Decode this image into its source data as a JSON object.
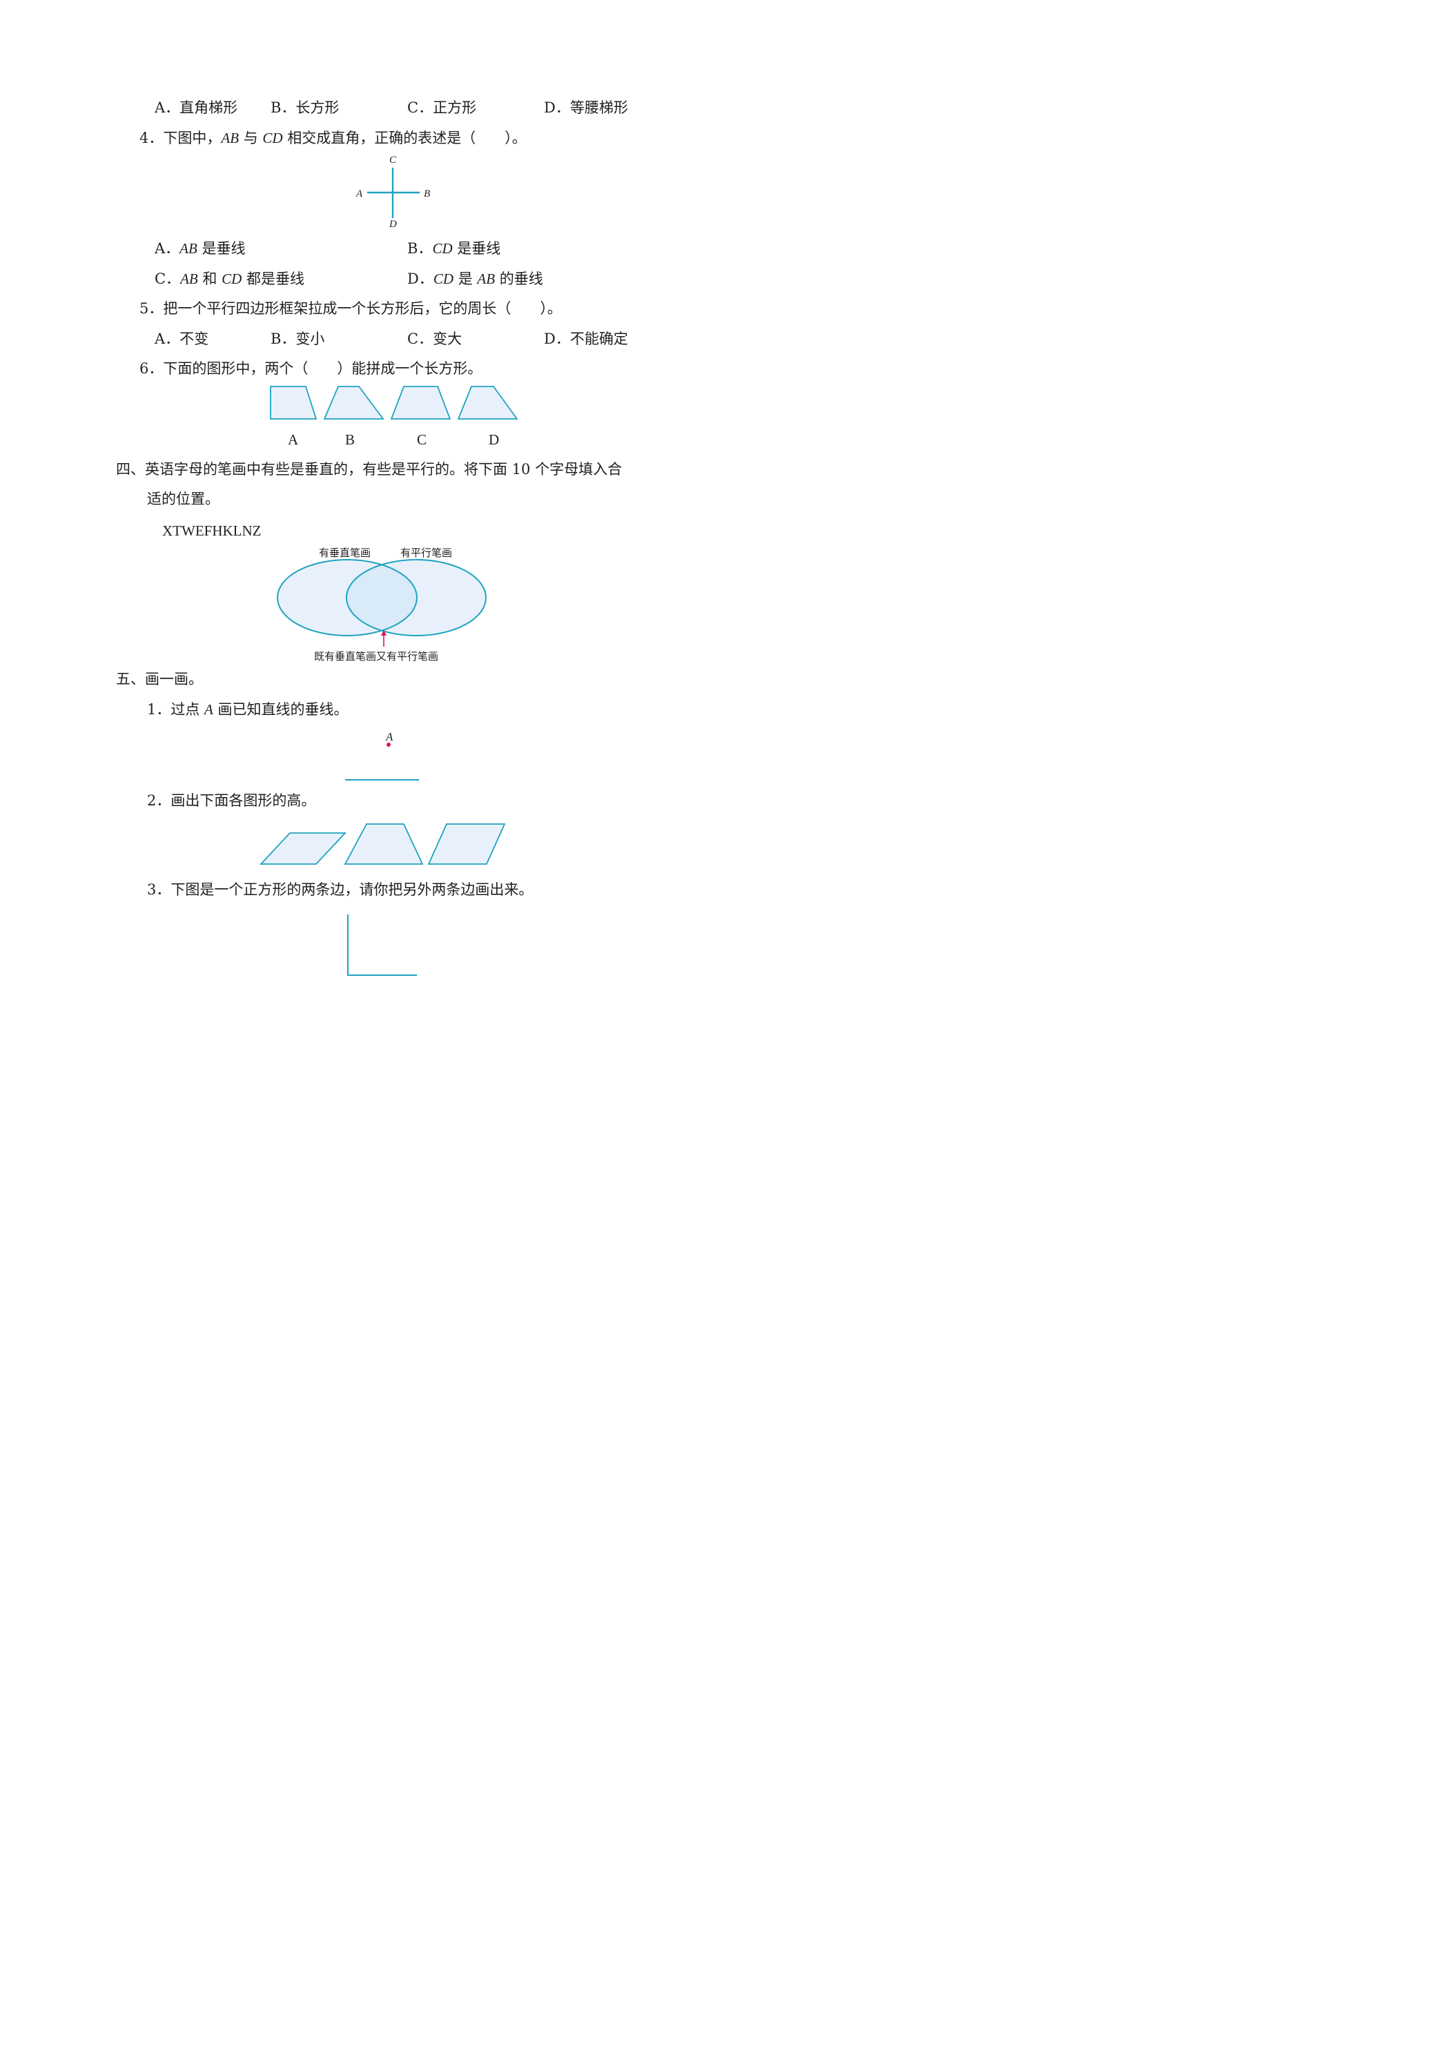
{
  "q3_options": {
    "a": "A．直角梯形",
    "b": "B．长方形",
    "c": "C．正方形",
    "d": "D．等腰梯形"
  },
  "q4": {
    "num": "4．下图中，",
    "ab": "AB",
    "mid1": " 与 ",
    "cd": "CD",
    "rest": " 相交成直角，正确的表述是（　　）。",
    "labels": {
      "a": "A",
      "b": "B",
      "c": "C",
      "d": "D"
    },
    "opt_a_prefix": "A．",
    "opt_a_var": "AB",
    "opt_a_text": " 是垂线",
    "opt_b_prefix": "B．",
    "opt_b_var": "CD",
    "opt_b_text": " 是垂线",
    "opt_c_prefix": "C．",
    "opt_c_var1": "AB",
    "opt_c_mid": " 和 ",
    "opt_c_var2": "CD",
    "opt_c_text": " 都是垂线",
    "opt_d_prefix": "D．",
    "opt_d_var1": "CD",
    "opt_d_mid": " 是 ",
    "opt_d_var2": "AB",
    "opt_d_text": " 的垂线"
  },
  "q5": {
    "text": "5．把一个平行四边形框架拉成一个长方形后，它的周长（　　）。",
    "a": "A．不变",
    "b": "B．变小",
    "c": "C．变大",
    "d": "D．不能确定"
  },
  "q6": {
    "text": "6．下面的图形中，两个（　　）能拼成一个长方形。",
    "labels": [
      "A",
      "B",
      "C",
      "D"
    ]
  },
  "section4": {
    "line1": "四、英语字母的笔画中有些是垂直的，有些是平行的。将下面 10 个字母填入合",
    "line2": "适的位置。",
    "letters": "XTWEFHKLNZ",
    "venn_left": "有垂直笔画",
    "venn_right": "有平行笔画",
    "venn_bottom": "既有垂直笔画又有平行笔画"
  },
  "section5": {
    "title": "五、画一画。",
    "q1_prefix": "1．过点 ",
    "q1_var": "A",
    "q1_text": " 画已知直线的垂线。",
    "point_label": "A",
    "q2": "2．画出下面各图形的高。",
    "q3": "3．下图是一个正方形的两条边，请你把另外两条边画出来。"
  },
  "colors": {
    "line": "#1fa3c0",
    "fill": "#e8f1fb",
    "fill_dark": "#d9eaf8",
    "point": "#d6155f",
    "text": "#231f20"
  }
}
